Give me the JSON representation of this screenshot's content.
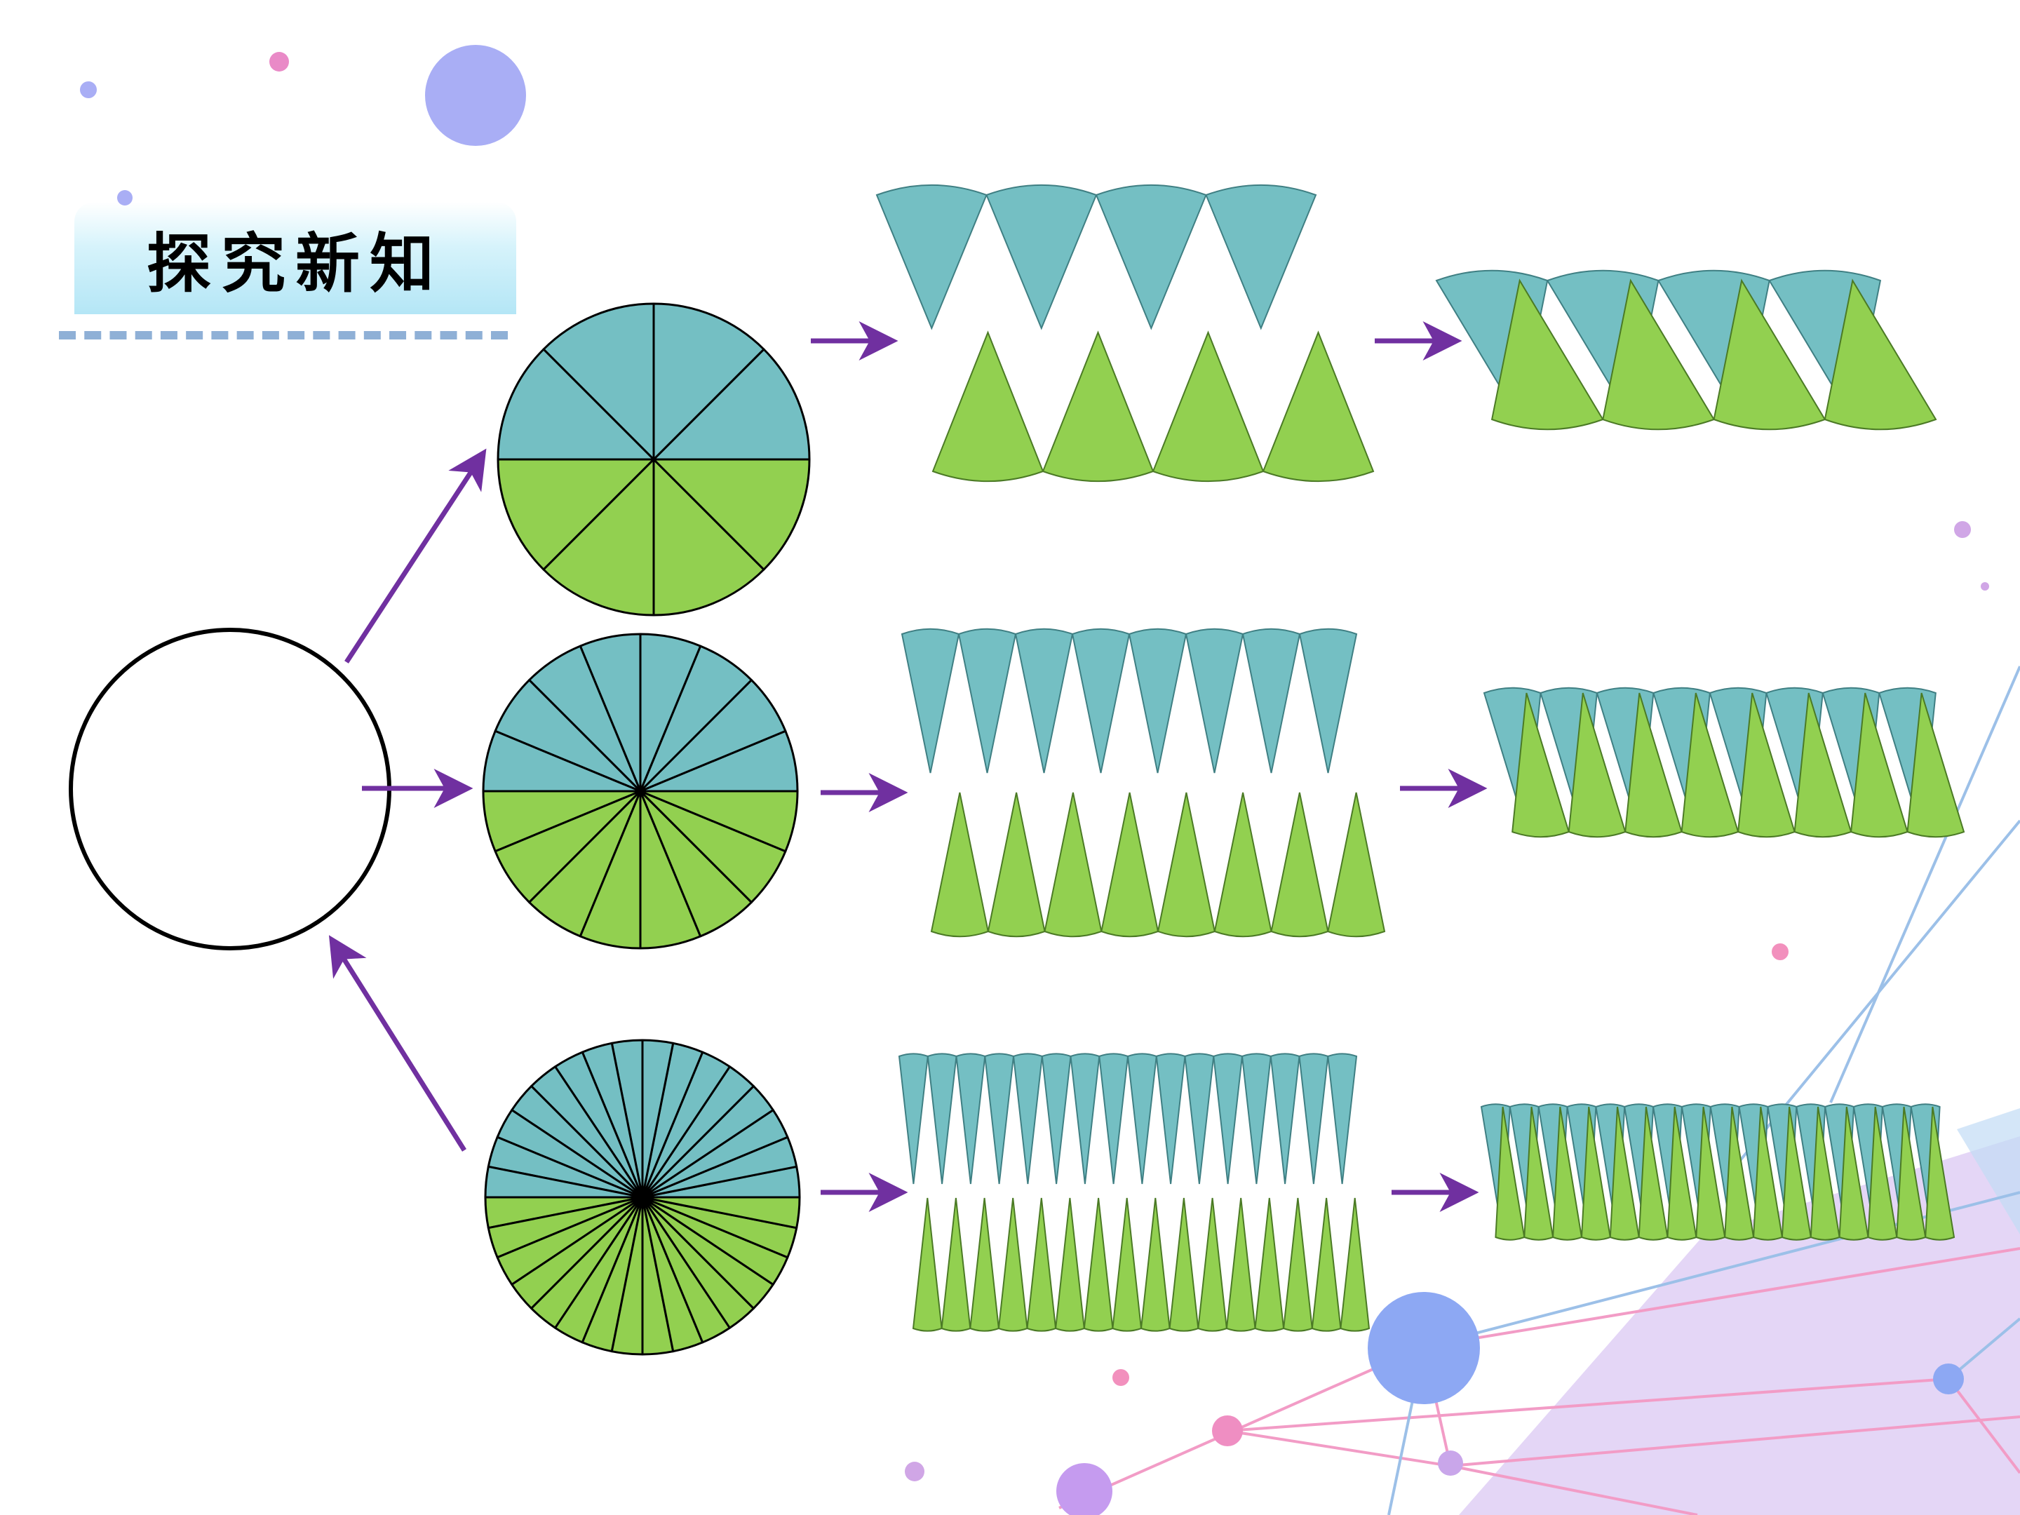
{
  "header": {
    "title": "探究新知"
  },
  "colors": {
    "upper_sector": "#74bfc3",
    "lower_sector": "#92d050",
    "arrow": "#7030a0",
    "outline": "#000000",
    "title_rule": "#8fb0d6",
    "background_accent": "#9aa6ef"
  },
  "stages": [
    {
      "parts": 8
    },
    {
      "parts": 16
    },
    {
      "parts": 32
    }
  ]
}
